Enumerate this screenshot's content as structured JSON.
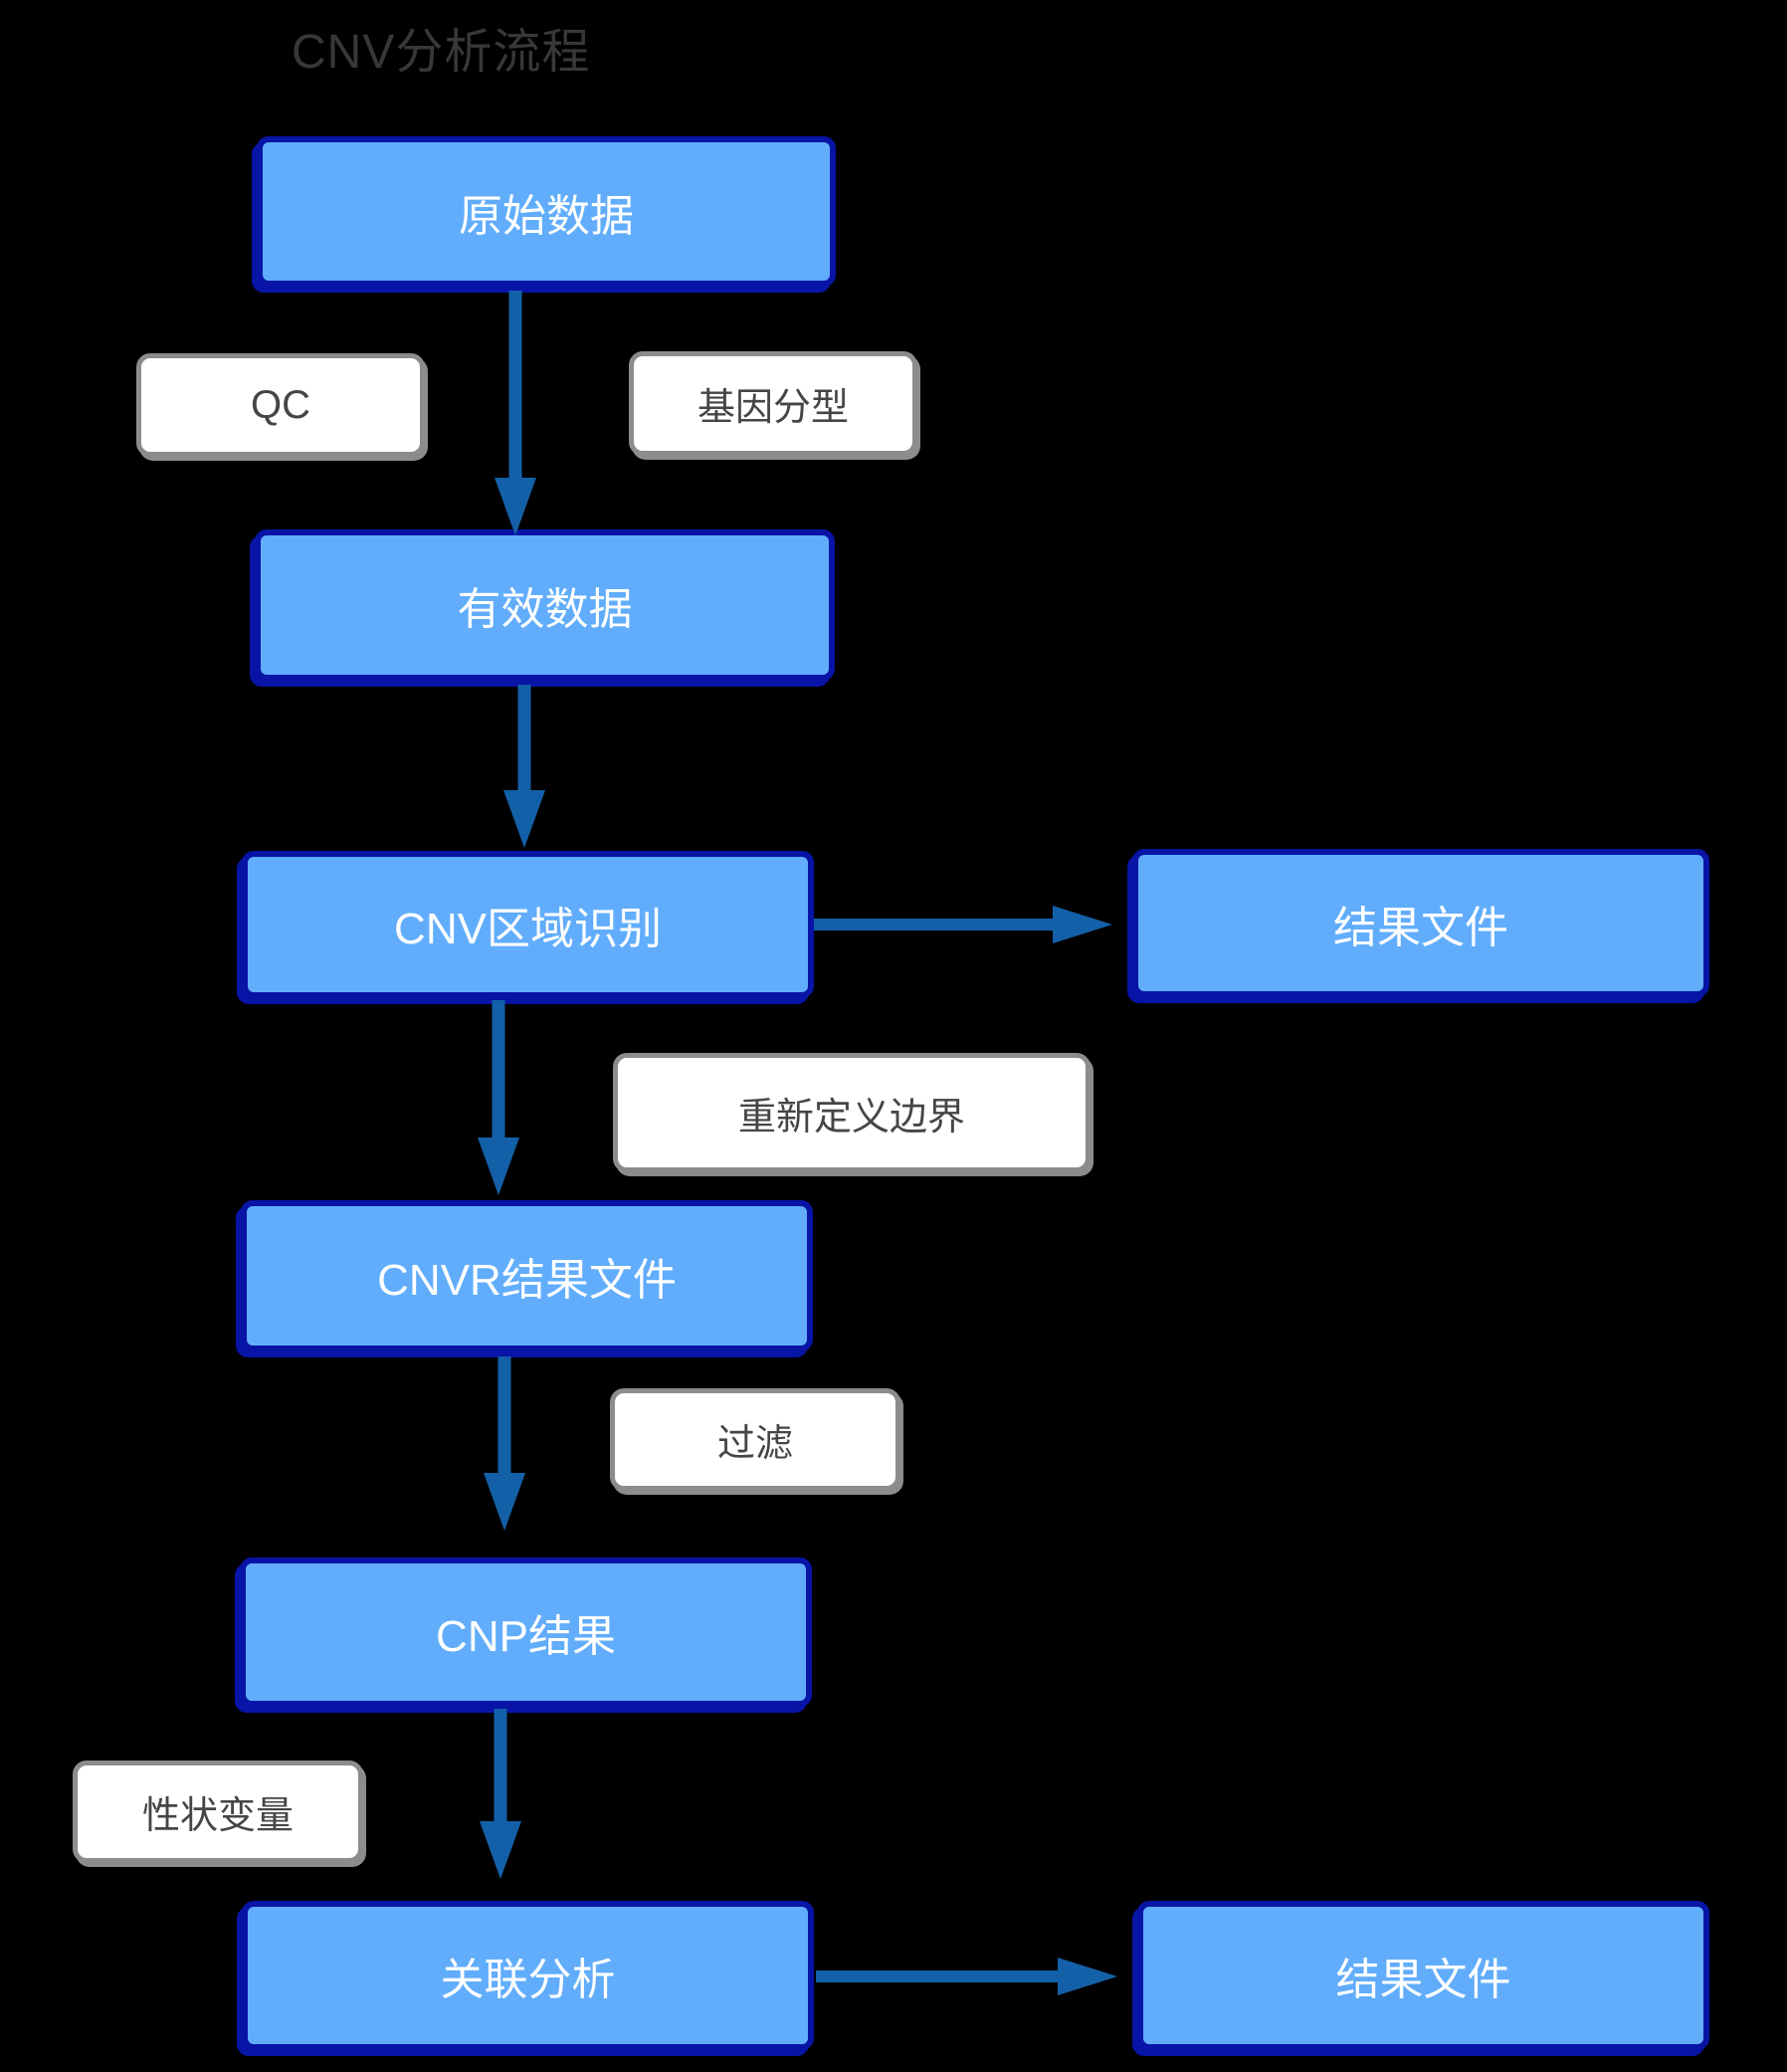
{
  "diagram": {
    "title": "CNV分析流程",
    "nodes": [
      {
        "id": "raw-data",
        "label": "原始数据"
      },
      {
        "id": "valid-data",
        "label": "有效数据"
      },
      {
        "id": "cnv-region",
        "label": "CNV区域识别"
      },
      {
        "id": "result-file-top",
        "label": "结果文件"
      },
      {
        "id": "cnvr-result-file",
        "label": "CNVR结果文件"
      },
      {
        "id": "cnp-result",
        "label": "CNP结果"
      },
      {
        "id": "association",
        "label": "关联分析"
      },
      {
        "id": "result-file-bottom",
        "label": "结果文件"
      }
    ],
    "edge_labels": [
      {
        "id": "qc",
        "label": "QC"
      },
      {
        "id": "genotyping",
        "label": "基因分型"
      },
      {
        "id": "redefine-boundary",
        "label": "重新定义边界"
      },
      {
        "id": "filter",
        "label": "过滤"
      },
      {
        "id": "trait-variable",
        "label": "性状变量"
      }
    ],
    "colors": {
      "background": "#000000",
      "node_fill": "#61ADFB",
      "node_border": "#0814A6",
      "node_text": "#FFFFFF",
      "label_fill": "#FFFFFF",
      "label_border": "#8C8C8C",
      "label_text": "#454545",
      "arrow": "#1460A8",
      "title_text": "#383838"
    }
  }
}
